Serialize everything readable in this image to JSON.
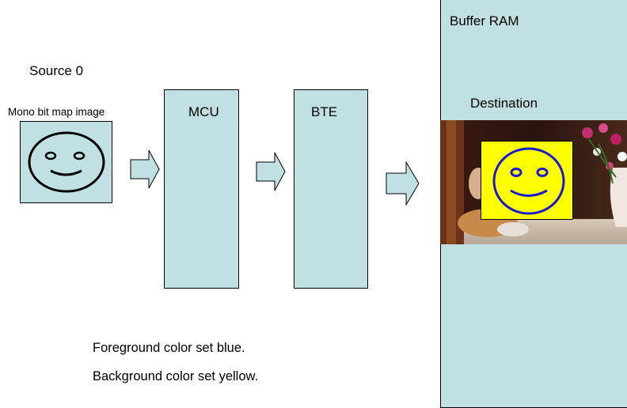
{
  "source": {
    "label": "Source 0",
    "image_caption": "Mono bit map image"
  },
  "mcu": {
    "label": "MCU"
  },
  "bte": {
    "label": "BTE"
  },
  "buffer_ram": {
    "label": "Buffer RAM",
    "destination_label": "Destination"
  },
  "notes": {
    "foreground": "Foreground color set blue.",
    "background": "Background color set yellow."
  },
  "colors": {
    "block_fill": "#c0e0e4",
    "foreground": "#1a1acc",
    "background": "#ffff00"
  },
  "icons": {
    "mono_face": "smiley-face-icon",
    "colored_face": "smiley-face-icon",
    "flow_arrow": "right-arrow-icon"
  }
}
